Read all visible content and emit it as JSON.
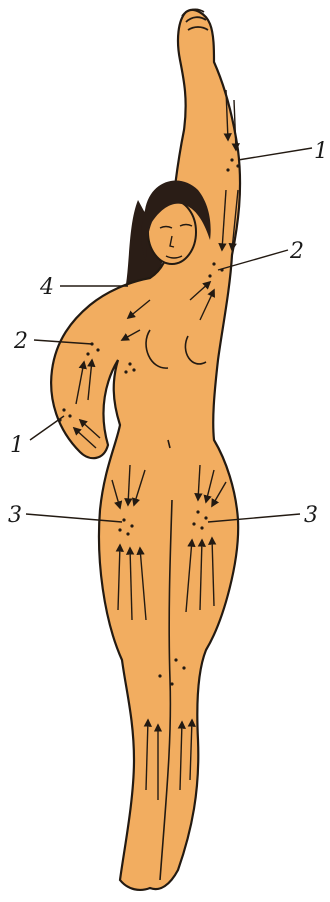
{
  "colors": {
    "skin": "#f2ad60",
    "outline": "#231a12",
    "hair": "#2a1d16",
    "arrow": "#231a12",
    "background": "#ffffff"
  },
  "callouts": [
    {
      "id": "arm-upper-right",
      "label": "1"
    },
    {
      "id": "shoulder-right",
      "label": "2"
    },
    {
      "id": "chest-left",
      "label": "4"
    },
    {
      "id": "shoulder-left",
      "label": "2"
    },
    {
      "id": "forearm-left",
      "label": "1"
    },
    {
      "id": "groin-left",
      "label": "3"
    },
    {
      "id": "groin-right",
      "label": "3"
    }
  ]
}
